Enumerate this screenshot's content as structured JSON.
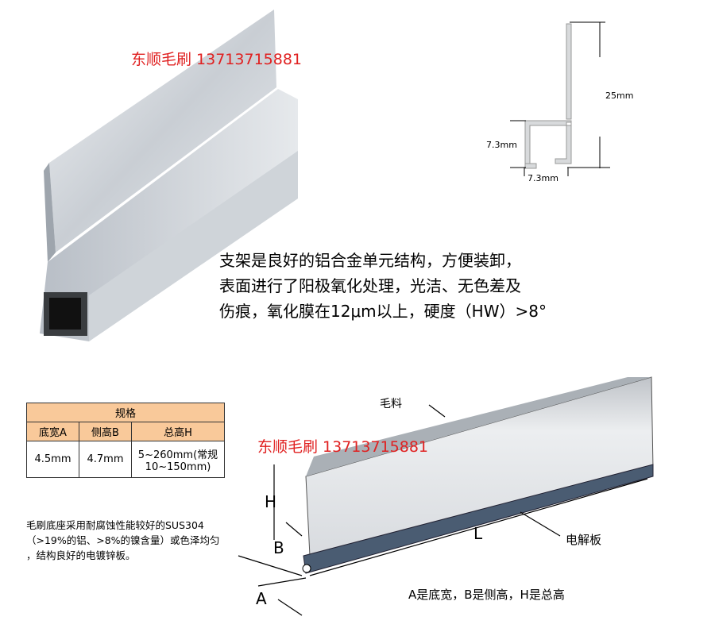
{
  "watermark": "东顺毛刷 13713715881",
  "watermark2": "东顺毛刷 13713715881",
  "profile_diagram": {
    "height": "25mm",
    "side": "7.3mm",
    "bottom": "7.3mm"
  },
  "description": [
    "支架是良好的铝合金单元结构，方便装卸，",
    "表面进行了阳极氧化处理，光洁、无色差及",
    "伤痕，氧化膜在12μm以上，硬度（HW）>8°"
  ],
  "spec_table": {
    "title": "规格",
    "headers": [
      "底宽A",
      "侧高B",
      "总高H"
    ],
    "row": [
      "4.5mm",
      "4.7mm",
      "5~260mm(常规 10~150mm)"
    ]
  },
  "note": [
    "毛刷底座采用耐腐蚀性能较好的SUS304",
    "（>19%的铝、>8%的镍含量）或色泽均匀",
    "，结构良好的电镀锌板。"
  ],
  "brush_diagram": {
    "bristle_label": "毛料",
    "plate_label": "电解板",
    "L": "L",
    "H": "H",
    "B": "B",
    "A": "A",
    "caption": "A是底宽，B是侧高，H是总高"
  }
}
